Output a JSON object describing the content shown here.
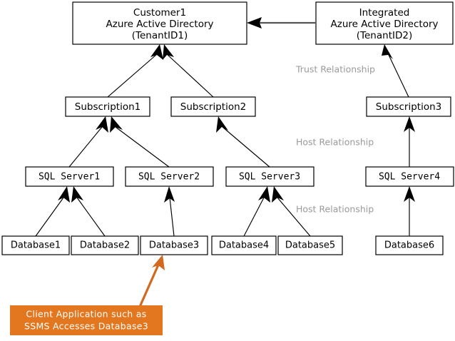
{
  "diagram": {
    "title": "Azure Active Directory tenant, subscription, SQL server and database hierarchy",
    "background_color": "#ffffff",
    "colors": {
      "box_stroke": "#000000",
      "box_fill": "#ffffff",
      "edge": "#000000",
      "trust_edge": "#555555",
      "relationship_label": "#9a9a9a",
      "callout_fill": "#e2771f",
      "callout_text": "#ffffff",
      "callout_arrow": "#d2691e"
    },
    "tenants": [
      {
        "id": "customer1-aad",
        "name": "customer1-tenant-box",
        "lines": [
          "Customer1",
          "Azure Active Directory",
          "(TenantID1)"
        ]
      },
      {
        "id": "integrated-aad",
        "name": "integrated-tenant-box",
        "lines": [
          "Integrated",
          "Azure Active Directory",
          "(TenantID2)"
        ]
      }
    ],
    "subscriptions": [
      {
        "id": "sub1",
        "label": "Subscription1"
      },
      {
        "id": "sub2",
        "label": "Subscription2"
      },
      {
        "id": "sub3",
        "label": "Subscription3"
      }
    ],
    "servers": [
      {
        "id": "srv1",
        "label": "SQL Server1"
      },
      {
        "id": "srv2",
        "label": "SQL Server2"
      },
      {
        "id": "srv3",
        "label": "SQL Server3"
      },
      {
        "id": "srv4",
        "label": "SQL Server4"
      }
    ],
    "databases": [
      {
        "id": "db1",
        "label": "Database1"
      },
      {
        "id": "db2",
        "label": "Database2"
      },
      {
        "id": "db3",
        "label": "Database3"
      },
      {
        "id": "db4",
        "label": "Database4"
      },
      {
        "id": "db5",
        "label": "Database5"
      },
      {
        "id": "db6",
        "label": "Database6"
      }
    ],
    "relationship_labels": [
      {
        "id": "rel-trust",
        "text": "Trust Relationship"
      },
      {
        "id": "rel-host-1",
        "text": "Host Relationship"
      },
      {
        "id": "rel-host-2",
        "text": "Host Relationship"
      }
    ],
    "callout": {
      "id": "client-app-callout",
      "lines": [
        "Client Application  such as",
        "SSMS Accesses Database3"
      ],
      "points_to": "Database3"
    },
    "edges": [
      {
        "from": "integrated-aad",
        "to": "customer1-aad",
        "kind": "trust"
      },
      {
        "from": "sub1",
        "to": "customer1-aad",
        "kind": "host"
      },
      {
        "from": "sub2",
        "to": "customer1-aad",
        "kind": "host"
      },
      {
        "from": "sub3",
        "to": "integrated-aad",
        "kind": "trust"
      },
      {
        "from": "srv1",
        "to": "sub1",
        "kind": "host"
      },
      {
        "from": "srv2",
        "to": "sub1",
        "kind": "host"
      },
      {
        "from": "srv3",
        "to": "sub2",
        "kind": "host"
      },
      {
        "from": "srv4",
        "to": "sub3",
        "kind": "host"
      },
      {
        "from": "db1",
        "to": "srv1",
        "kind": "host"
      },
      {
        "from": "db2",
        "to": "srv1",
        "kind": "host"
      },
      {
        "from": "db3",
        "to": "srv2",
        "kind": "host"
      },
      {
        "from": "db4",
        "to": "srv3",
        "kind": "host"
      },
      {
        "from": "db5",
        "to": "srv3",
        "kind": "host"
      },
      {
        "from": "db6",
        "to": "srv4",
        "kind": "host"
      }
    ]
  }
}
